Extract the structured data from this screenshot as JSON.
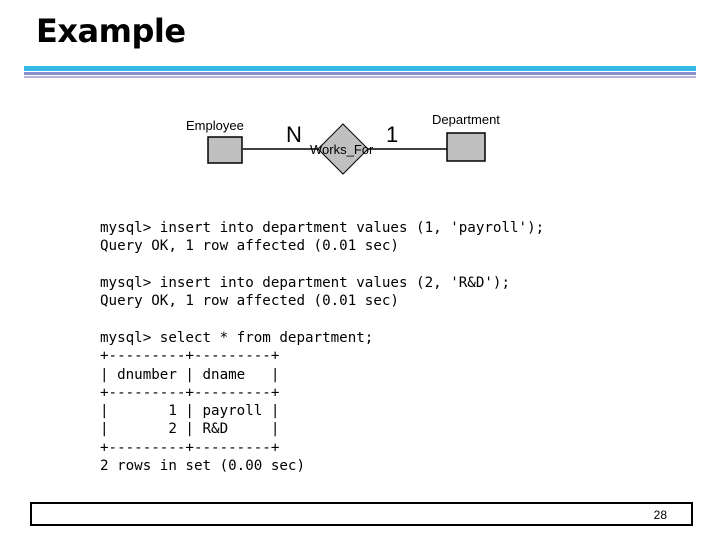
{
  "slide": {
    "title": "Example",
    "page_number": "28"
  },
  "diagram": {
    "entity_left": "Employee",
    "entity_right": "Department",
    "relationship": "Works_For",
    "cardinality_left": "N",
    "cardinality_right": "1",
    "colors": {
      "shape_fill": "#c0c0c0",
      "rule_top": "#33b8e8",
      "rule_mid": "#8a8fcf"
    }
  },
  "terminal": {
    "block1": [
      "mysql> insert into department values (1, 'payroll');",
      "Query OK, 1 row affected (0.01 sec)"
    ],
    "block2": [
      "mysql> insert into department values (2, 'R&D');",
      "Query OK, 1 row affected (0.01 sec)"
    ],
    "block3": [
      "mysql> select * from department;",
      "+---------+---------+",
      "| dnumber | dname   |",
      "+---------+---------+",
      "|       1 | payroll |",
      "|       2 | R&D     |",
      "+---------+---------+",
      "2 rows in set (0.00 sec)"
    ]
  }
}
